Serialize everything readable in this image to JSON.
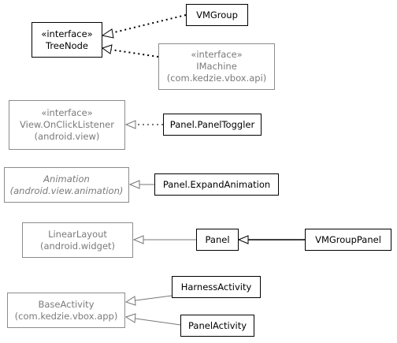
{
  "classes": {
    "treenode": {
      "stereotype": "«interface»",
      "name": "TreeNode"
    },
    "vmgroup": {
      "name": "VMGroup"
    },
    "imachine": {
      "stereotype": "«interface»",
      "name": "IMachine",
      "package": "(com.kedzie.vbox.api)"
    },
    "onclick": {
      "stereotype": "«interface»",
      "name": "View.OnClickListener",
      "package": "(android.view)"
    },
    "paneltoggler": {
      "name": "Panel.PanelToggler"
    },
    "animation": {
      "name": "Animation",
      "package": "(android.view.animation)"
    },
    "expandanim": {
      "name": "Panel.ExpandAnimation"
    },
    "linearlayout": {
      "name": "LinearLayout",
      "package": "(android.widget)"
    },
    "panel": {
      "name": "Panel"
    },
    "vmgrouppanel": {
      "name": "VMGroupPanel"
    },
    "baseactivity": {
      "name": "BaseActivity",
      "package": "(com.kedzie.vbox.app)"
    },
    "harness": {
      "name": "HarnessActivity"
    },
    "panelactivity": {
      "name": "PanelActivity"
    }
  },
  "relations": [
    {
      "from": "VMGroup",
      "to": "TreeNode",
      "kind": "realization"
    },
    {
      "from": "IMachine",
      "to": "TreeNode",
      "kind": "realization"
    },
    {
      "from": "Panel.PanelToggler",
      "to": "View.OnClickListener",
      "kind": "realization"
    },
    {
      "from": "Panel.ExpandAnimation",
      "to": "Animation",
      "kind": "generalization"
    },
    {
      "from": "Panel",
      "to": "LinearLayout",
      "kind": "generalization"
    },
    {
      "from": "VMGroupPanel",
      "to": "Panel",
      "kind": "generalization"
    },
    {
      "from": "HarnessActivity",
      "to": "BaseActivity",
      "kind": "generalization"
    },
    {
      "from": "PanelActivity",
      "to": "BaseActivity",
      "kind": "generalization"
    }
  ]
}
